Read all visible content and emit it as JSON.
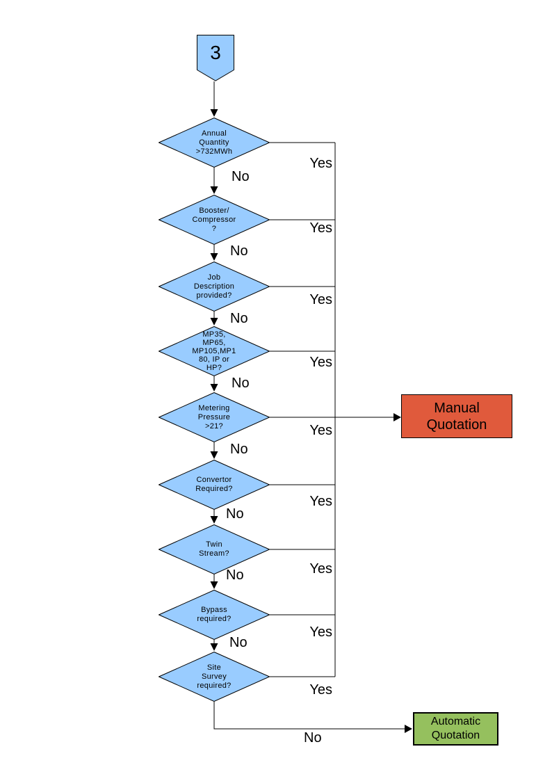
{
  "connector": {
    "label": "3"
  },
  "decisions": [
    {
      "label": "Annual\nQuantity\n>732MWh"
    },
    {
      "label": "Booster/\nCompressor\n?"
    },
    {
      "label": "Job\nDescription\nprovided?"
    },
    {
      "label": "MP35,\nMP65,\nMP105,MP1\n80, IP or\nHP?"
    },
    {
      "label": "Metering\nPressure\n>21?"
    },
    {
      "label": "Convertor\nRequired?"
    },
    {
      "label": "Twin\nStream?"
    },
    {
      "label": "Bypass\nrequired?"
    },
    {
      "label": "Site\nSurvey\nrequired?"
    }
  ],
  "terminals": {
    "manual": {
      "label": "Manual\nQuotation",
      "fill": "#E05A3C"
    },
    "automatic": {
      "label": "Automatic\nQuotation",
      "fill": "#95C05E"
    }
  },
  "edges": {
    "yes_labels": [
      "Yes",
      "Yes",
      "Yes",
      "Yes",
      "Yes",
      "Yes",
      "Yes",
      "Yes",
      "Yes"
    ],
    "no_labels": [
      "No",
      "No",
      "No",
      "No",
      "No",
      "No",
      "No",
      "No",
      "No"
    ]
  },
  "colors": {
    "decision_fill": "#99CCFF",
    "shape_border": "#000000",
    "line": "#000000",
    "background": "#FFFFFF"
  }
}
